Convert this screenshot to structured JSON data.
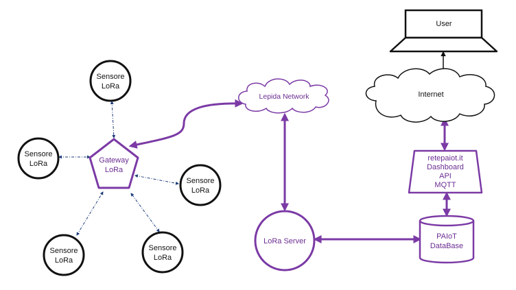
{
  "colors": {
    "purple": "#7b3aa5",
    "black": "#111111",
    "dashed": "#1f3d7a"
  },
  "nodes": {
    "sensor_top": [
      "Sensore",
      "LoRa"
    ],
    "sensor_left": [
      "Sensore",
      "LoRa"
    ],
    "sensor_right": [
      "Sensore",
      "LoRa"
    ],
    "sensor_bottom_left": [
      "Sensore",
      "LoRa"
    ],
    "sensor_bottom_right": [
      "Sensore",
      "LoRa"
    ],
    "gateway": [
      "Gateway",
      "LoRa"
    ],
    "lepida": "Lepida Network",
    "lora_server": "LoRa Server",
    "user": "User",
    "internet": "Internet",
    "retepaiot": [
      "retepaiot.it",
      "Dashboard",
      "API",
      "MQTT"
    ],
    "database": [
      "PAIoT",
      "DataBase"
    ]
  }
}
